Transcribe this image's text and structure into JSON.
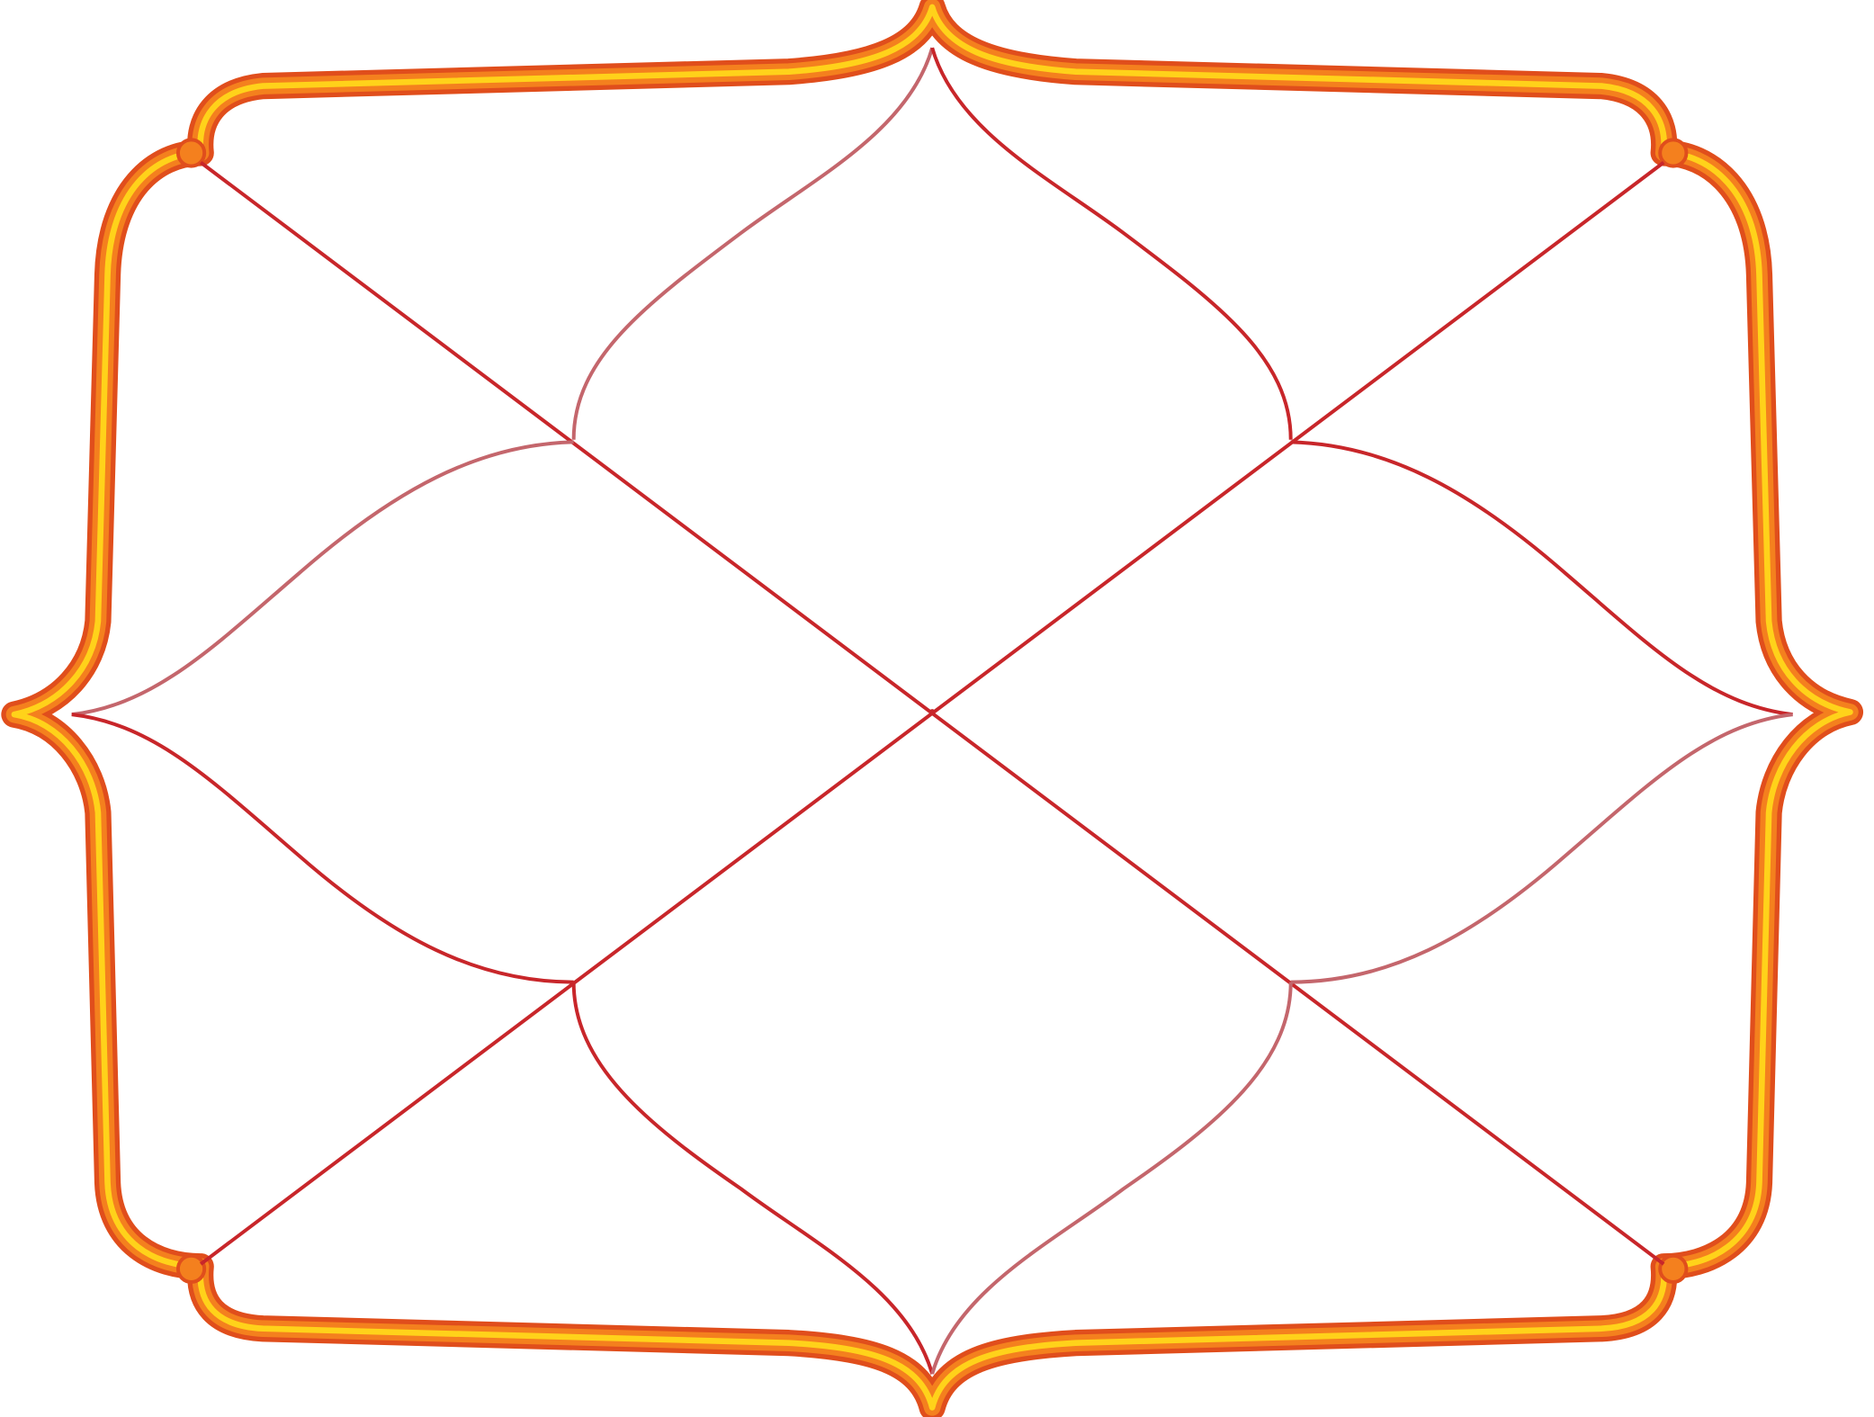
{
  "chart_data": {
    "type": "diagram",
    "style": "north-indian-horoscope-grid",
    "houses": 12,
    "house_labels": [],
    "colors": {
      "frame_outer": "#e04e1c",
      "frame_mid": "#f4801e",
      "frame_inner": "#ffd21a",
      "line": "#c8262a",
      "line_soft": "#c4666c",
      "background": "#ffffff"
    }
  }
}
